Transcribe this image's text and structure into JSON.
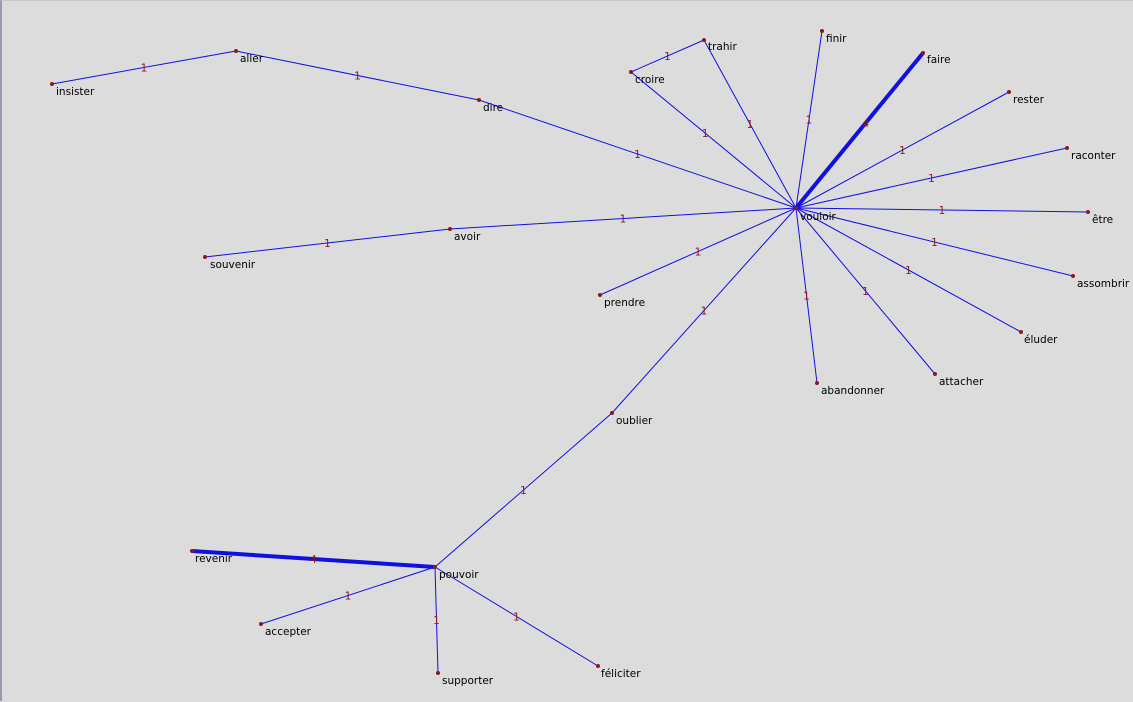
{
  "graph": {
    "edge_color": "#1010e0",
    "node_color": "#8b1a1a",
    "weight_color": "#8b1a1a",
    "nodes": [
      {
        "id": "insister",
        "label": "insister"
      },
      {
        "id": "aller",
        "label": "aller"
      },
      {
        "id": "dire",
        "label": "dire"
      },
      {
        "id": "croire",
        "label": "croire"
      },
      {
        "id": "trahir",
        "label": "trahir"
      },
      {
        "id": "finir",
        "label": "finir"
      },
      {
        "id": "faire",
        "label": "faire"
      },
      {
        "id": "rester",
        "label": "rester"
      },
      {
        "id": "raconter",
        "label": "raconter"
      },
      {
        "id": "etre",
        "label": "être"
      },
      {
        "id": "vouloir",
        "label": "vouloir"
      },
      {
        "id": "avoir",
        "label": "avoir"
      },
      {
        "id": "souvenir",
        "label": "souvenir"
      },
      {
        "id": "prendre",
        "label": "prendre"
      },
      {
        "id": "assombrir",
        "label": "assombrir"
      },
      {
        "id": "eluder",
        "label": "éluder"
      },
      {
        "id": "attacher",
        "label": "attacher"
      },
      {
        "id": "abandonner",
        "label": "abandonner"
      },
      {
        "id": "oublier",
        "label": "oublier"
      },
      {
        "id": "revenir",
        "label": "revenir"
      },
      {
        "id": "pouvoir",
        "label": "pouvoir"
      },
      {
        "id": "accepter",
        "label": "accepter"
      },
      {
        "id": "supporter",
        "label": "supporter"
      },
      {
        "id": "feliciter",
        "label": "féliciter"
      }
    ],
    "edges": [
      {
        "source": "insister",
        "target": "aller",
        "weight": "1"
      },
      {
        "source": "aller",
        "target": "dire",
        "weight": "1"
      },
      {
        "source": "dire",
        "target": "vouloir",
        "weight": "1"
      },
      {
        "source": "croire",
        "target": "trahir",
        "weight": "1"
      },
      {
        "source": "croire",
        "target": "vouloir",
        "weight": "1"
      },
      {
        "source": "trahir",
        "target": "vouloir",
        "weight": "1"
      },
      {
        "source": "finir",
        "target": "vouloir",
        "weight": "1"
      },
      {
        "source": "faire",
        "target": "vouloir",
        "weight": "4"
      },
      {
        "source": "rester",
        "target": "vouloir",
        "weight": "1"
      },
      {
        "source": "raconter",
        "target": "vouloir",
        "weight": "1"
      },
      {
        "source": "etre",
        "target": "vouloir",
        "weight": "1"
      },
      {
        "source": "avoir",
        "target": "vouloir",
        "weight": "1"
      },
      {
        "source": "souvenir",
        "target": "avoir",
        "weight": "1"
      },
      {
        "source": "prendre",
        "target": "vouloir",
        "weight": "1"
      },
      {
        "source": "assombrir",
        "target": "vouloir",
        "weight": "1"
      },
      {
        "source": "eluder",
        "target": "vouloir",
        "weight": "1"
      },
      {
        "source": "attacher",
        "target": "vouloir",
        "weight": "1"
      },
      {
        "source": "abandonner",
        "target": "vouloir",
        "weight": "1"
      },
      {
        "source": "oublier",
        "target": "vouloir",
        "weight": "1"
      },
      {
        "source": "pouvoir",
        "target": "oublier",
        "weight": "1"
      },
      {
        "source": "revenir",
        "target": "pouvoir",
        "weight": "4"
      },
      {
        "source": "accepter",
        "target": "pouvoir",
        "weight": "1"
      },
      {
        "source": "supporter",
        "target": "pouvoir",
        "weight": "1"
      },
      {
        "source": "feliciter",
        "target": "pouvoir",
        "weight": "1"
      }
    ]
  }
}
